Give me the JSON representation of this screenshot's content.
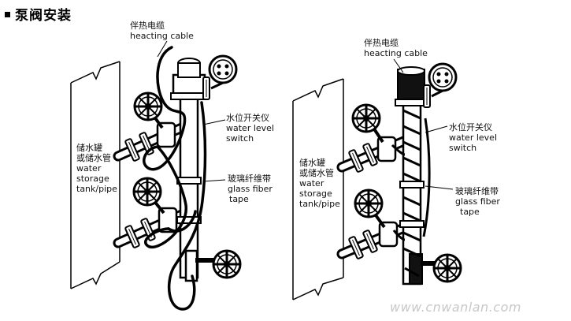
{
  "title": "泵阀安装",
  "left": {
    "heating_cable_cn": "伴热电缆",
    "heating_cable_en": "heacting cable",
    "level_switch_cn": "水位开关仪",
    "level_switch_en1": "water level",
    "level_switch_en2": "switch",
    "tape_cn": "玻璃纤维带",
    "tape_en1": "glass fiber",
    "tape_en2": "tape",
    "tank_cn1": "储水罐",
    "tank_cn2": "或储水管",
    "tank_en1": "water",
    "tank_en2": "storage",
    "tank_en3": "tank/pipe"
  },
  "right": {
    "heating_cable_cn": "伴热电缆",
    "heating_cable_en": "heacting cable",
    "level_switch_cn": "水位开关仪",
    "level_switch_en1": "water level",
    "level_switch_en2": "switch",
    "tape_cn": "玻璃纤维带",
    "tape_en1": "glass fiber",
    "tape_en2": "tape",
    "tank_cn1": "储水罐",
    "tank_cn2": "或储水管",
    "tank_en1": "water",
    "tank_en2": "storage",
    "tank_en3": "tank/pipe"
  },
  "watermark": "www.cnwanlan.com"
}
